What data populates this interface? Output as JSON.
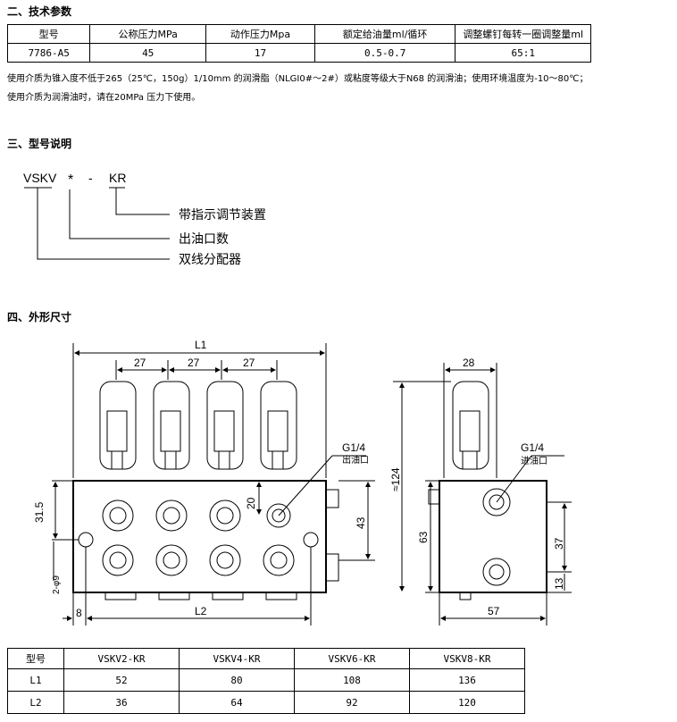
{
  "section2": {
    "heading": "二、技术参数",
    "table": {
      "headers": [
        "型号",
        "公称压力MPa",
        "动作压力Mpa",
        "额定给油量ml/循环",
        "调整螺钉每转一圈调整量ml"
      ],
      "row": [
        "7786-A5",
        "45",
        "17",
        "0.5-0.7",
        "65:1"
      ]
    },
    "note1": "使用介质为锥入度不低于265（25℃，150g）1/10mm 的润滑脂（NLGI0#～2#）或粘度等级大于N68 的润滑油；使用环境温度为-10～80℃；",
    "note2": "使用介质为润滑油时，请在20MPa 压力下使用。"
  },
  "section3": {
    "heading": "三、型号说明",
    "code_parts": [
      "VSKV",
      "*",
      "-",
      "KR"
    ],
    "labels": [
      "带指示调节装置",
      "出油口数",
      "双线分配器"
    ]
  },
  "section4": {
    "heading": "四、外形尺寸",
    "front_dims": {
      "L1": "L1",
      "L2": "L2",
      "pitch": "27",
      "h1": "31.5",
      "h2": "20",
      "h3": "43",
      "left": "8",
      "holes": "2-φ9",
      "port": "G1/4",
      "port_label": "出油口"
    },
    "side_dims": {
      "top": "28",
      "total": "≈124",
      "h": "63",
      "d1": "37",
      "d2": "13",
      "w": "57",
      "port": "G1/4",
      "port_label": "进油口"
    }
  },
  "size_table": {
    "headers": [
      "型号",
      "VSKV2-KR",
      "VSKV4-KR",
      "VSKV6-KR",
      "VSKV8-KR"
    ],
    "rows": [
      [
        "L1",
        "52",
        "80",
        "108",
        "136"
      ],
      [
        "L2",
        "36",
        "64",
        "92",
        "120"
      ]
    ]
  }
}
